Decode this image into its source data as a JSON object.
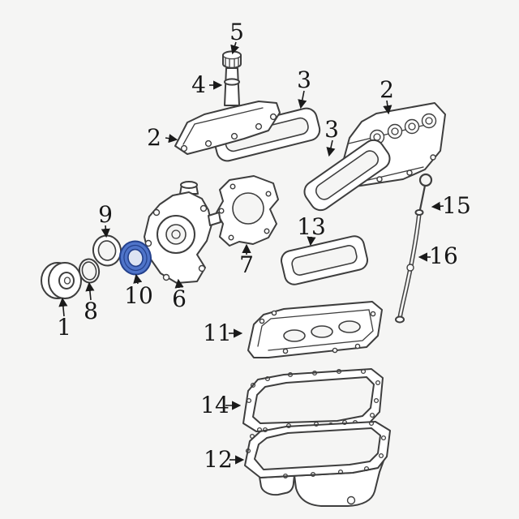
{
  "page": {
    "background": "#f5f5f4",
    "line_color": "#3e3e3e",
    "highlight_color": "#4f74c9"
  },
  "diagram": {
    "type": "exploded-parts-diagram",
    "callouts": [
      {
        "label": "5"
      },
      {
        "label": "4"
      },
      {
        "label": "3"
      },
      {
        "label": "2"
      },
      {
        "label": "2"
      },
      {
        "label": "3"
      },
      {
        "label": "9"
      },
      {
        "label": "15"
      },
      {
        "label": "13"
      },
      {
        "label": "16"
      },
      {
        "label": "7"
      },
      {
        "label": "1"
      },
      {
        "label": "8"
      },
      {
        "label": "10"
      },
      {
        "label": "6"
      },
      {
        "label": "11"
      },
      {
        "label": "14"
      },
      {
        "label": "12"
      }
    ]
  }
}
